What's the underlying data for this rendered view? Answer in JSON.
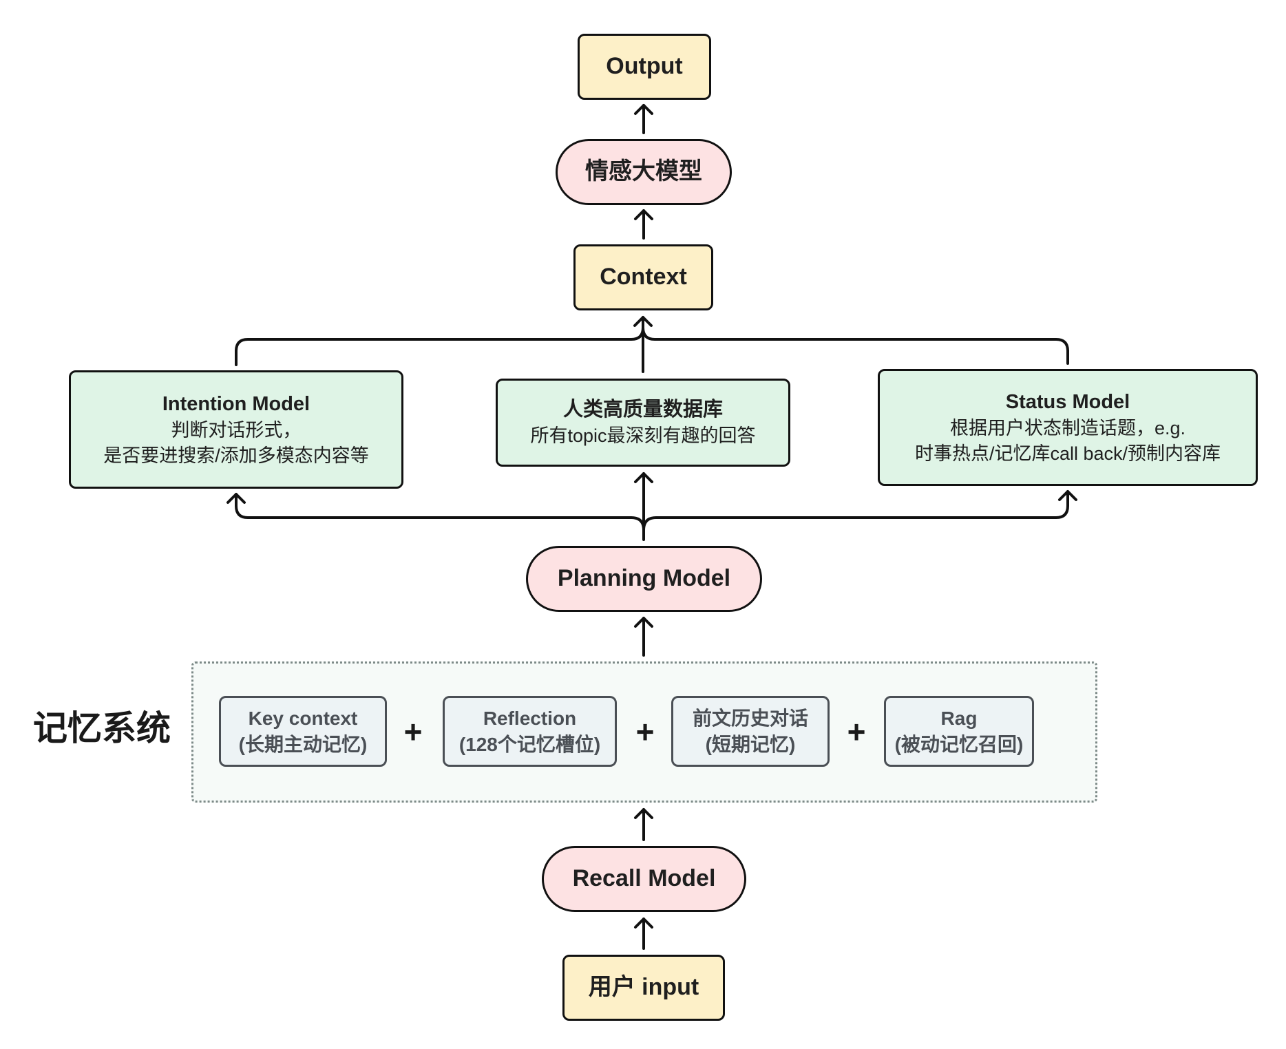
{
  "nodes": {
    "output": "Output",
    "emotion_model": "情感大模型",
    "context": "Context",
    "intention_model": {
      "title": "Intention Model",
      "line1": "判断对话形式，",
      "line2": "是否要进搜索/添加多模态内容等"
    },
    "human_db": {
      "title": "人类高质量数据库",
      "line1": "所有topic最深刻有趣的回答"
    },
    "status_model": {
      "title": "Status Model",
      "line1": "根据用户状态制造话题，e.g.",
      "line2": "时事热点/记忆库call back/预制内容库"
    },
    "planning_model": "Planning Model",
    "recall_model": "Recall Model",
    "user_input": "用户 input"
  },
  "memory_system": {
    "label": "记忆系统",
    "items": [
      {
        "line1": "Key context",
        "line2": "(长期主动记忆)"
      },
      {
        "line1": "Reflection",
        "line2": "(128个记忆槽位)"
      },
      {
        "line1": "前文历史对话",
        "line2": "(短期记忆)"
      },
      {
        "line1": "Rag",
        "line2": "(被动记忆召回)"
      }
    ],
    "separator": "+"
  },
  "colors": {
    "yellow_box": "#fdf0c8",
    "pink_box": "#fde2e3",
    "green_box": "#dff4e6",
    "gray_box": "#edf3f5",
    "memory_bg": "#f6faf8",
    "stroke": "#111111"
  }
}
